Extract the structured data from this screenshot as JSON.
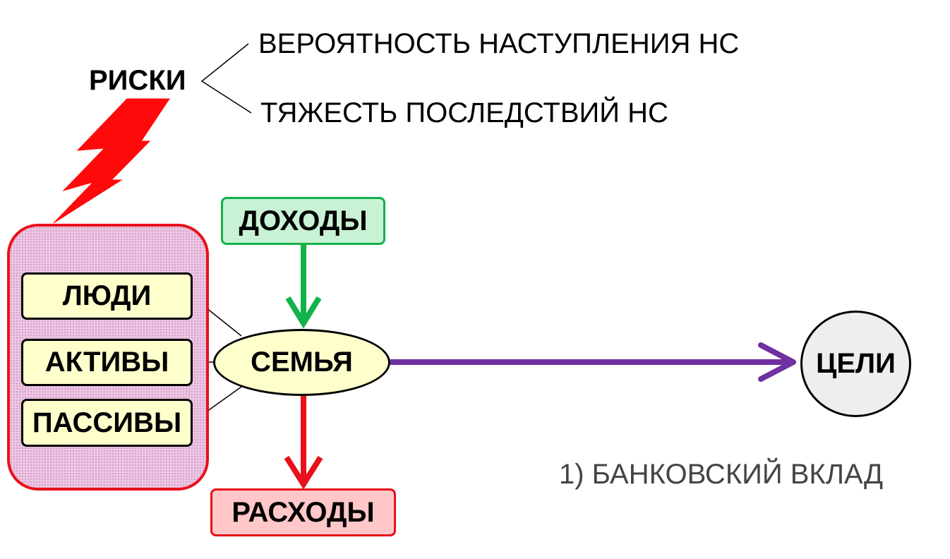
{
  "risks": {
    "title": "РИСКИ",
    "probability": "ВЕРОЯТНОСТЬ НАСТУПЛЕНИЯ НС",
    "severity": "ТЯЖЕСТЬ ПОСЛЕДСТВИЙ НС"
  },
  "group": {
    "items": [
      "ЛЮДИ",
      "АКТИВЫ",
      "ПАССИВЫ"
    ]
  },
  "center": "СЕМЬЯ",
  "income": "ДОХОДЫ",
  "expenses": "РАСХОДЫ",
  "goals": "ЦЕЛИ",
  "option": "1) БАНКОВСКИЙ ВКЛАД",
  "colors": {
    "risk_red": "#e8101a",
    "income_green": "#12b24a",
    "goal_purple": "#7030a0",
    "group_fill": "#ecc6e3",
    "item_fill": "#ffffcc"
  },
  "icons": {
    "risk": "lightning-bolt-icon"
  }
}
